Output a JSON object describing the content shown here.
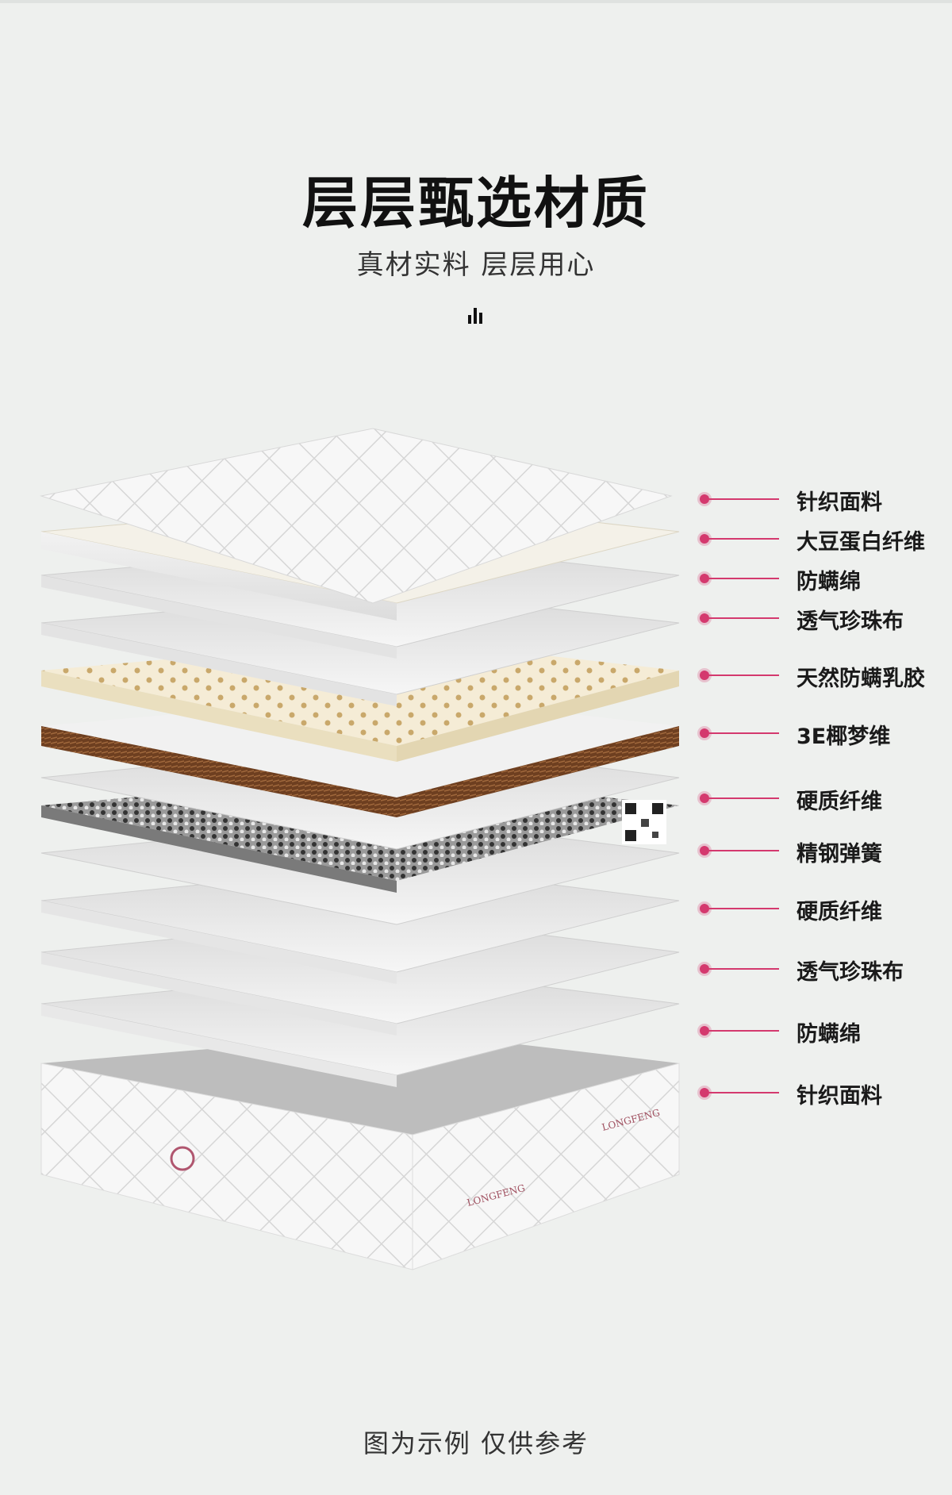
{
  "header": {
    "title": "层层甄选材质",
    "subtitle": "真材实料  层层用心"
  },
  "layers": [
    {
      "label": "针织面料"
    },
    {
      "label": "大豆蛋白纤维"
    },
    {
      "label": "防螨绵"
    },
    {
      "label": "透气珍珠布"
    },
    {
      "label": "天然防螨乳胶"
    },
    {
      "label": "3E椰梦维"
    },
    {
      "label": "硬质纤维"
    },
    {
      "label": "精钢弹簧"
    },
    {
      "label": "硬质纤维"
    },
    {
      "label": "透气珍珠布"
    },
    {
      "label": "防螨绵"
    },
    {
      "label": "针织面料"
    }
  ],
  "footer": {
    "note": "图为示例  仅供参考"
  },
  "colors": {
    "background": "#eef0ee",
    "accent": "#d4396e",
    "coir": "#6b3f22",
    "latex": "#f3ead4"
  }
}
